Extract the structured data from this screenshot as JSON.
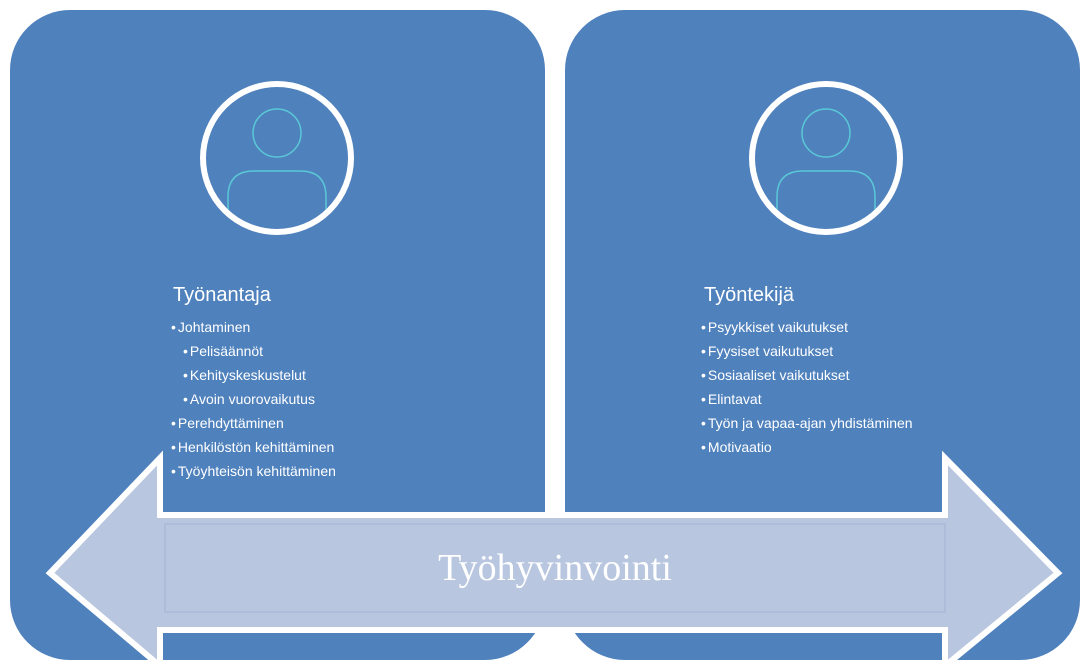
{
  "employer": {
    "title": "Työnantaja",
    "items": [
      {
        "text": "Johtaminen"
      },
      {
        "text": "Pelisäännöt",
        "sub": true
      },
      {
        "text": "Kehityskeskustelut",
        "sub": true
      },
      {
        "text": "Avoin vuorovaikutus",
        "sub": true
      },
      {
        "text": "Perehdyttäminen"
      },
      {
        "text": "Henkilöstön kehittäminen"
      },
      {
        "text": "Työyhteisön kehittäminen"
      }
    ]
  },
  "employee": {
    "title": "Työntekijä",
    "items": [
      {
        "text": "Psyykkiset vaikutukset"
      },
      {
        "text": "Fyysiset vaikutukset"
      },
      {
        "text": "Sosiaaliset vaikutukset"
      },
      {
        "text": "Elintavat"
      },
      {
        "text": "Työn ja vapaa-ajan yhdistäminen"
      },
      {
        "text": "Motivaatio"
      }
    ]
  },
  "arrow": {
    "label": "Työhyvinvointi"
  },
  "icons": {
    "panel_avatar": "user-avatar-icon"
  },
  "colors": {
    "panel_fill": "#4f81bd",
    "arrow_fill": "#b8c6df",
    "arrow_edge": "#ffffff",
    "avatar_stroke": "#5ac8d6",
    "text": "#ffffff"
  }
}
